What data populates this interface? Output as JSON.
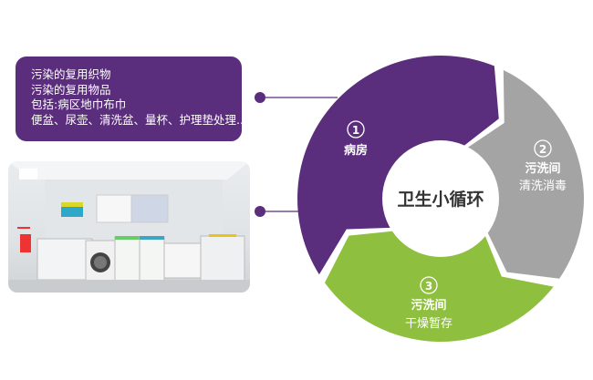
{
  "note": {
    "lines": [
      "污染的复用织物",
      "污染的复用物品",
      "包括:病区地巾布巾",
      "便盆、尿壶、清洗盆、量杯、护理垫处理..."
    ]
  },
  "photo": {
    "subject": "dirty-utility-room-photo"
  },
  "cycle": {
    "center_label": "卫生小循环",
    "steps": [
      {
        "num": "1",
        "title": "病房",
        "subtitle": "",
        "color": "#5b2d7d"
      },
      {
        "num": "2",
        "title": "污洗间",
        "subtitle": "清洗消毒",
        "color": "#a4a4a4"
      },
      {
        "num": "3",
        "title": "污洗间",
        "subtitle": "干燥暂存",
        "color": "#8fbf3f"
      }
    ]
  }
}
